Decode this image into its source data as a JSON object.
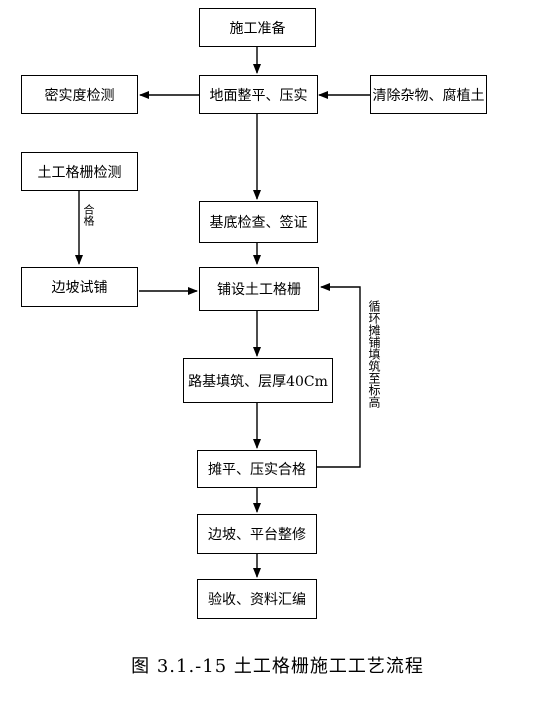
{
  "nodes": {
    "prep": "施工准备",
    "level": "地面整平、压实",
    "density": "密实度检测",
    "clear": "清除杂物、腐植土",
    "geo_test": "土工格栅检测",
    "base": "基底检查、签证",
    "trial": "边坡试铺",
    "lay": "铺设土工格栅",
    "fill": "路基填筑、层厚40Cm",
    "compact": "摊平、压实合格",
    "trim": "边坡、平台整修",
    "accept": "验收、资料汇编"
  },
  "labels": {
    "qualified": "合格",
    "loop": "循环摊铺填筑至标高"
  },
  "caption": "图 3.1.-15   土工格栅施工工艺流程"
}
